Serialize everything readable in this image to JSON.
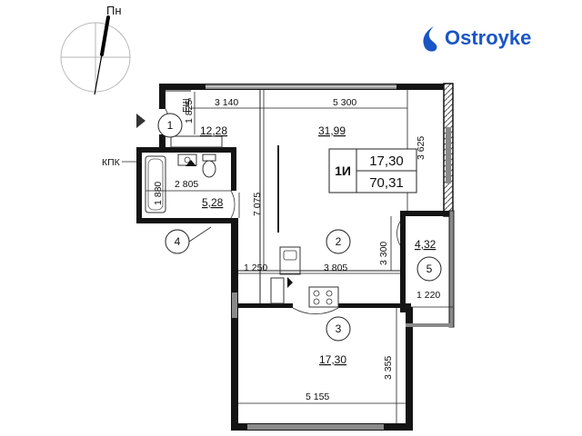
{
  "compass": {
    "label": "Пн"
  },
  "brand": {
    "name": "Ostroyke",
    "color": "#1a56c4"
  },
  "tags": {
    "shaft": "ЕЩ",
    "kpk": "КПК"
  },
  "apartment": {
    "type": "1И",
    "living_area": "17,30",
    "total_area": "70,31"
  },
  "rooms": [
    {
      "number": "1",
      "area": "12,28"
    },
    {
      "number": "2",
      "area": "31,99"
    },
    {
      "number": "3",
      "area": "17,30"
    },
    {
      "number": "4",
      "area": "5,28"
    },
    {
      "number": "5",
      "area": "4,32"
    }
  ],
  "dimensions": {
    "top_left": "3 140",
    "top_right": "5 300",
    "shaft_height": "1 825",
    "living_height": "3 625",
    "full_height": "7 075",
    "bath_width": "2 805",
    "bath_height": "1 880",
    "kitchen_height": "3 300",
    "kitchen_left": "1 250",
    "kitchen_right": "3 805",
    "balcony_width": "1 220",
    "bedroom_height": "3 355",
    "bedroom_width": "5 155"
  },
  "colors": {
    "wall": "#141414",
    "window": "#8a8a8a",
    "line": "#222222"
  }
}
